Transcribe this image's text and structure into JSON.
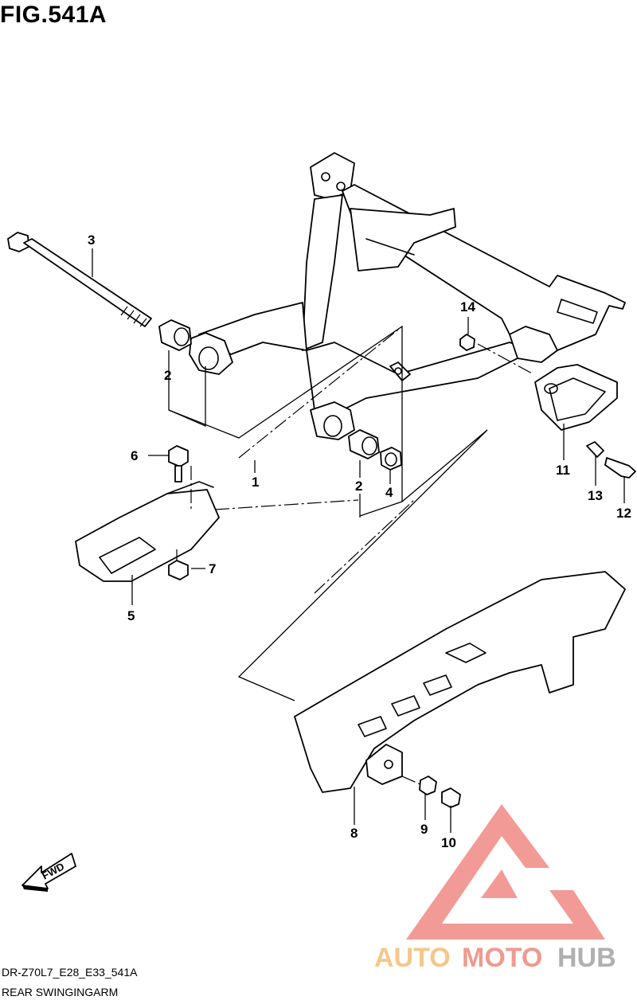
{
  "figure": {
    "title": "FIG.541A",
    "model_code": "DR-Z70L7_E28_E33_541A",
    "section_name": "REAR SWINGINGARM"
  },
  "parts": [
    {
      "number": "1"
    },
    {
      "number": "2"
    },
    {
      "number": "2"
    },
    {
      "number": "3"
    },
    {
      "number": "4"
    },
    {
      "number": "5"
    },
    {
      "number": "6"
    },
    {
      "number": "7"
    },
    {
      "number": "8"
    },
    {
      "number": "9"
    },
    {
      "number": "10"
    },
    {
      "number": "11"
    },
    {
      "number": "12"
    },
    {
      "number": "13"
    },
    {
      "number": "14"
    }
  ],
  "direction_indicator": {
    "label": "FWD"
  },
  "watermark": {
    "word_a": "AUTO",
    "word_b": "MOTO",
    "word_c": "HUB",
    "color_a": "#f5c78a",
    "color_b": "#ef9a8f",
    "color_c": "#b0b0b0"
  }
}
